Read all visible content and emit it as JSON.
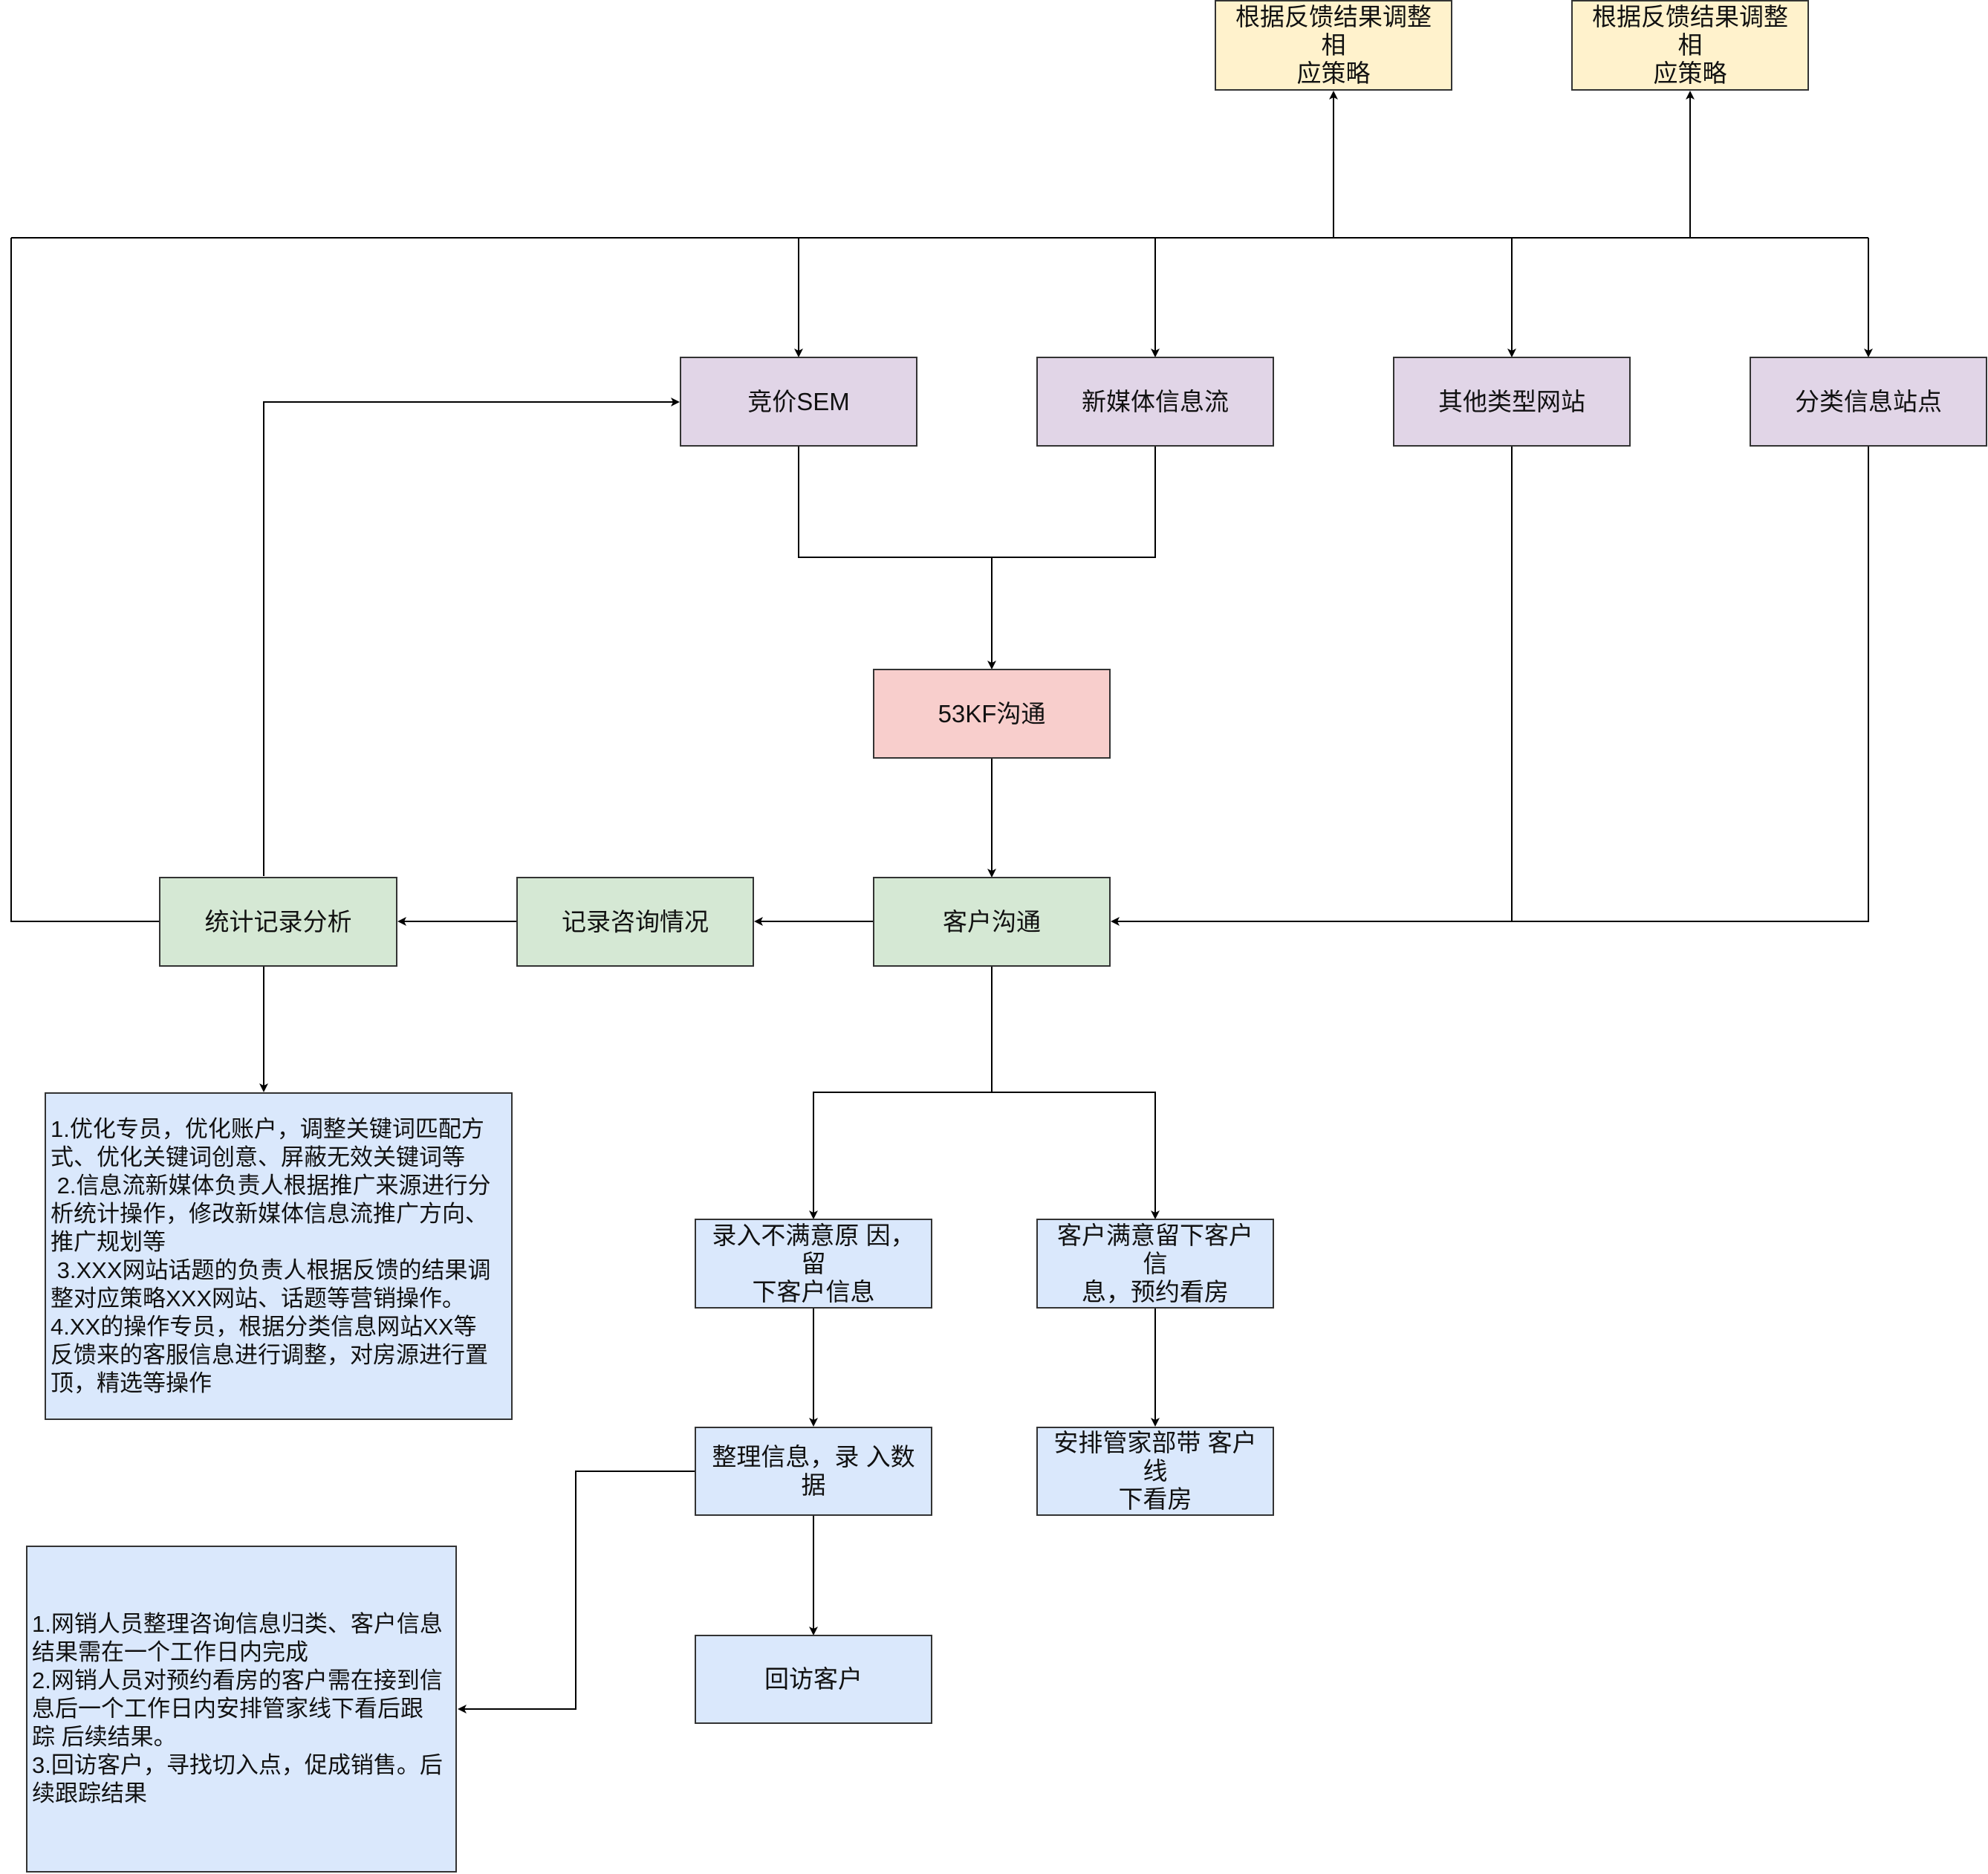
{
  "colors": {
    "strategy": "#fff2cc",
    "channel": "#e1d5e7",
    "communication": "#f8cecc",
    "process": "#d5e8d4",
    "action": "#dae8fc",
    "line": "#000000"
  },
  "nodes": {
    "strategy_1": "根据反馈结果调整相\n应策略",
    "strategy_2": "根据反馈结果调整相\n应策略",
    "sem": "竞价SEM",
    "new_media": "新媒体信息流",
    "other_sites": "其他类型网站",
    "classified_sites": "分类信息站点",
    "kf_53": "53KF沟通",
    "customer_comm": "客户沟通",
    "record_consult": "记录咨询情况",
    "stats_analysis": "统计记录分析",
    "unsatisfied": "录入不满意原 因，留\n下客户信息",
    "satisfied": "客户满意留下客户信\n息，预约看房",
    "organize": "整理信息，录 入数据",
    "viewing": "安排管家部带 客户线\n下看房",
    "revisit": "回访客户"
  },
  "notes": {
    "optimization": [
      "1.优化专员，优化账户，调整关键词匹配方",
      "式、优化关键词创意、屏蔽无效关键词等",
      " 2.信息流新媒体负责人根据推广来源进行分",
      "析统计操作，修改新媒体信息流推广方向、",
      "推广规划等",
      " 3.XXX网站话题的负责人根据反馈的结果调",
      "整对应策略XXX网站、话题等营销操作。",
      "4.XX的操作专员，根据分类信息网站XX等",
      "反馈来的客服信息进行调整，对房源进行置",
      "顶，精选等操作"
    ],
    "sales": [
      "1.网销人员整理咨询信息归类、客户信息",
      "结果需在一个工作日内完成",
      "2.网销人员对预约看房的客户需在接到信",
      "息后一个工作日内安排管家线下看后跟",
      "踪 后续结果。",
      "3.回访客户，寻找切入点，促成销售。后",
      "续跟踪结果"
    ]
  }
}
